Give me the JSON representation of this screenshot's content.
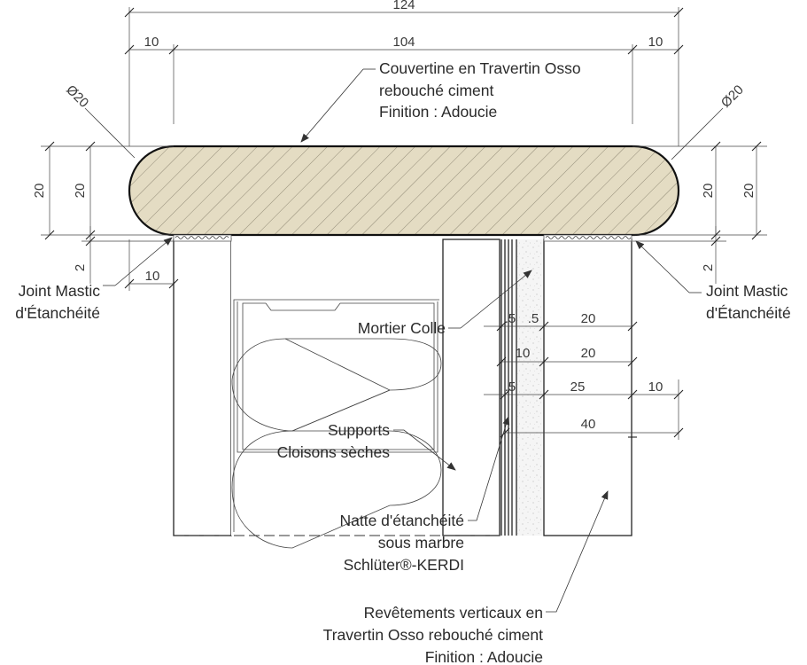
{
  "dimensions": {
    "overall_width": "124",
    "left_overhang": "10",
    "wall_width": "104",
    "right_overhang": "10",
    "diameter_left": "Ø20",
    "diameter_right": "Ø20",
    "coping_height_left_outer": "20",
    "coping_height_left_inner": "20",
    "coping_height_right_inner": "20",
    "coping_height_right_outer": "20",
    "joint_left": "2",
    "joint_right": "2",
    "offset_left_bottom": "10",
    "layer_half_1": ".5",
    "layer_half_2": ".5",
    "layer_20_a": "20",
    "layer_10": "10",
    "layer_20_b": "20",
    "layer_half_3": ".5",
    "layer_25": "25",
    "layer_10_right": "10",
    "layer_40": "40"
  },
  "notes": {
    "coping_line1": "Couvertine en Travertin Osso",
    "coping_line2": "rebouché ciment",
    "coping_line3": "Finition : Adoucie",
    "joint_left_line1": "Joint Mastic",
    "joint_left_line2": "d'Étanchéité",
    "joint_right_line1": "Joint Mastic",
    "joint_right_line2": "d'Étanchéité",
    "mortar": "Mortier Colle",
    "supports_line1": "Supports",
    "supports_line2": "Cloisons sèches",
    "membrane_line1": "Natte d'étanchéité",
    "membrane_line2": "sous marbre",
    "membrane_line3": "Schlüter®-KERDI",
    "cladding_line1": "Revêtements verticaux en",
    "cladding_line2": "Travertin Osso rebouché ciment",
    "cladding_line3": "Finition : Adoucie"
  },
  "colors": {
    "stone": "#e4dcc3",
    "board": "#f4f4f4",
    "line": "#222222"
  }
}
